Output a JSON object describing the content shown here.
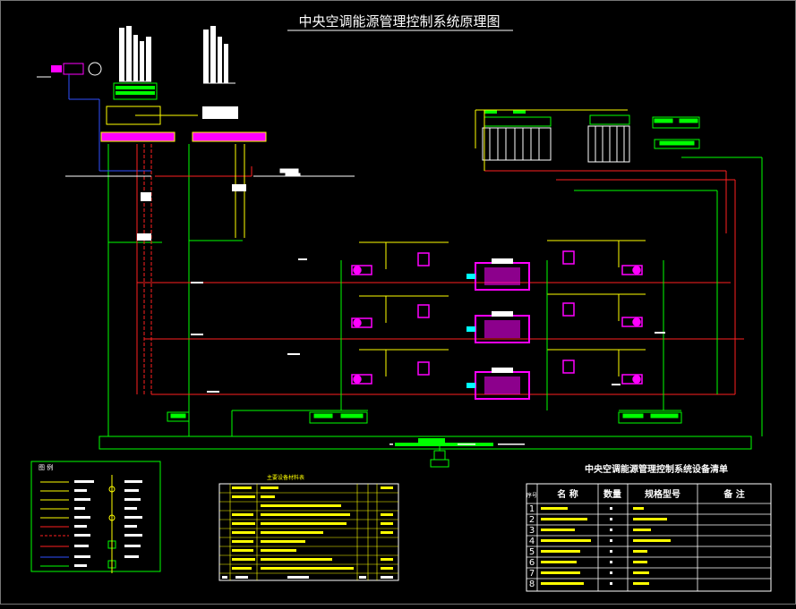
{
  "title": "中央空调能源管理控制系统原理图",
  "colors": {
    "background": "#000000",
    "frame": "#ffffff",
    "pipe_red": "#ff2020",
    "cable_green": "#00ff00",
    "signal_yellow": "#ffff00",
    "device_magenta": "#ff00ff",
    "signal_blue": "#3050ff",
    "equipment_white": "#ffffff"
  },
  "legend": {
    "title": "图 例"
  },
  "material_table": {
    "title": "主要设备材料表"
  },
  "equipment_list": {
    "title": "中央空调能源管理控制系统设备清单",
    "headers": {
      "seq": "序号",
      "name": "名 称",
      "qty": "数量",
      "model": "规格型号",
      "remark": "备 注"
    },
    "row_numbers": [
      "1",
      "2",
      "3",
      "4",
      "5",
      "6",
      "7",
      "8"
    ]
  }
}
